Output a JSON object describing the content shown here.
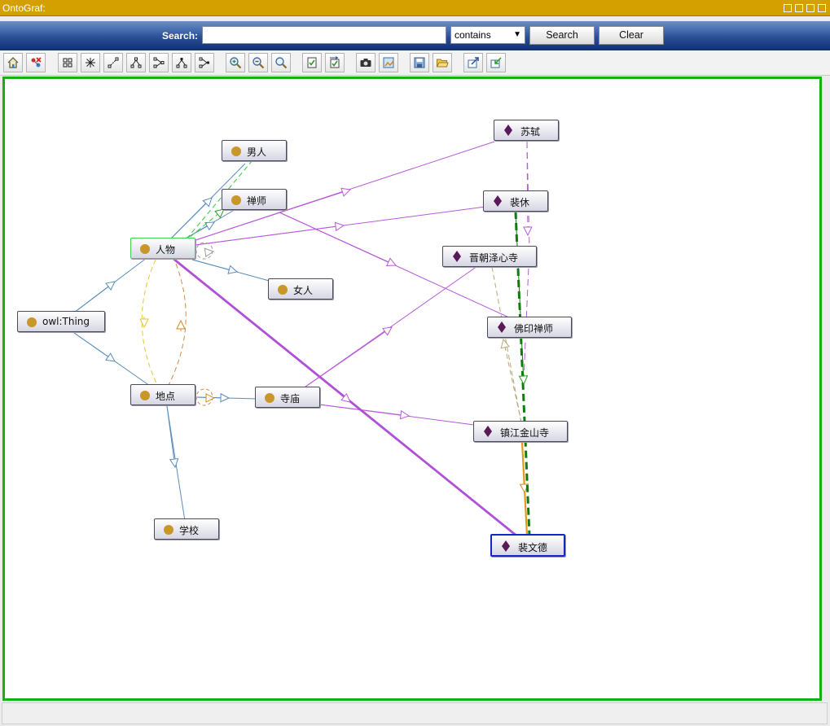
{
  "window": {
    "title": "OntoGraf:"
  },
  "search": {
    "label": "Search:",
    "value": "",
    "mode": "contains",
    "search_button": "Search",
    "clear_button": "Clear"
  },
  "toolbar_icons": [
    "home-icon",
    "remove-node-icon",
    "grid-layout-icon",
    "radial-layout-icon",
    "spring-layout-icon",
    "tree-vertical-icon",
    "tree-horizontal-icon",
    "tree-vertical-alt-icon",
    "tree-horizontal-alt-icon",
    "zoom-in-icon",
    "zoom-out-icon",
    "zoom-fit-icon",
    "filter-nodes-icon",
    "filter-arcs-icon",
    "camera-icon",
    "export-image-icon",
    "save-icon",
    "open-folder-icon",
    "export-icon",
    "import-icon"
  ],
  "graph": {
    "classes": [
      {
        "id": "thing",
        "label": "owl:Thing"
      },
      {
        "id": "renwu",
        "label": "人物"
      },
      {
        "id": "nanren",
        "label": "男人"
      },
      {
        "id": "chanshi",
        "label": "禅师"
      },
      {
        "id": "nvren",
        "label": "女人"
      },
      {
        "id": "didian",
        "label": "地点"
      },
      {
        "id": "simiao",
        "label": "寺庙"
      },
      {
        "id": "xuexiao",
        "label": "学校"
      }
    ],
    "individuals": [
      {
        "id": "sushi",
        "label": "苏轼"
      },
      {
        "id": "peixiu",
        "label": "裴休"
      },
      {
        "id": "jinchao",
        "label": "晋朝泽心寺"
      },
      {
        "id": "foyin",
        "label": "佛印禅师"
      },
      {
        "id": "zhenjiang",
        "label": "镇江金山寺"
      },
      {
        "id": "peiwende",
        "label": "裴文德"
      }
    ],
    "colors": {
      "class_dot": "#c9962a",
      "individual_diamond": "#5a1a58",
      "subclass_arc": "#5a8cbc",
      "instance_arc": "#b85ad8",
      "selected_border": "#3fd24a",
      "focus_border": "#1426c8",
      "canvas_border": "#12b212"
    }
  }
}
